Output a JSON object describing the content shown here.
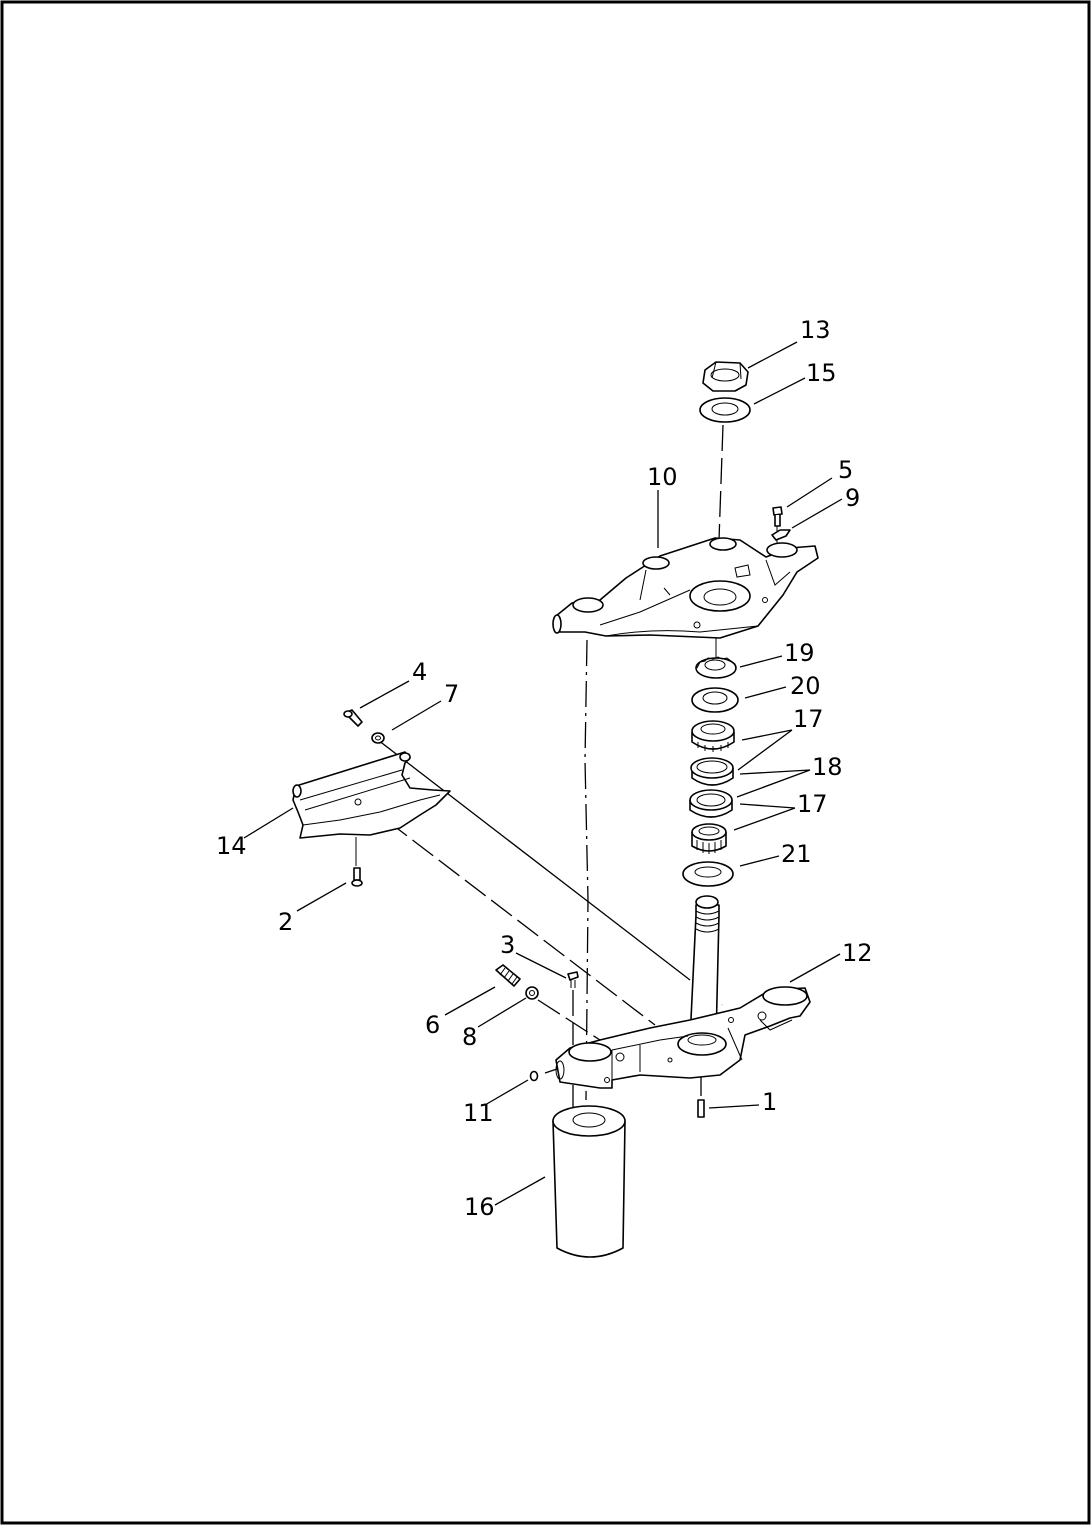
{
  "diagram": {
    "callouts": [
      {
        "label": "13"
      },
      {
        "label": "15"
      },
      {
        "label": "10"
      },
      {
        "label": "5"
      },
      {
        "label": "9"
      },
      {
        "label": "19"
      },
      {
        "label": "20"
      },
      {
        "label": "17"
      },
      {
        "label": "18"
      },
      {
        "label": "17"
      },
      {
        "label": "21"
      },
      {
        "label": "4"
      },
      {
        "label": "7"
      },
      {
        "label": "14"
      },
      {
        "label": "2"
      },
      {
        "label": "3"
      },
      {
        "label": "12"
      },
      {
        "label": "6"
      },
      {
        "label": "8"
      },
      {
        "label": "11"
      },
      {
        "label": "1"
      },
      {
        "label": "16"
      }
    ]
  }
}
